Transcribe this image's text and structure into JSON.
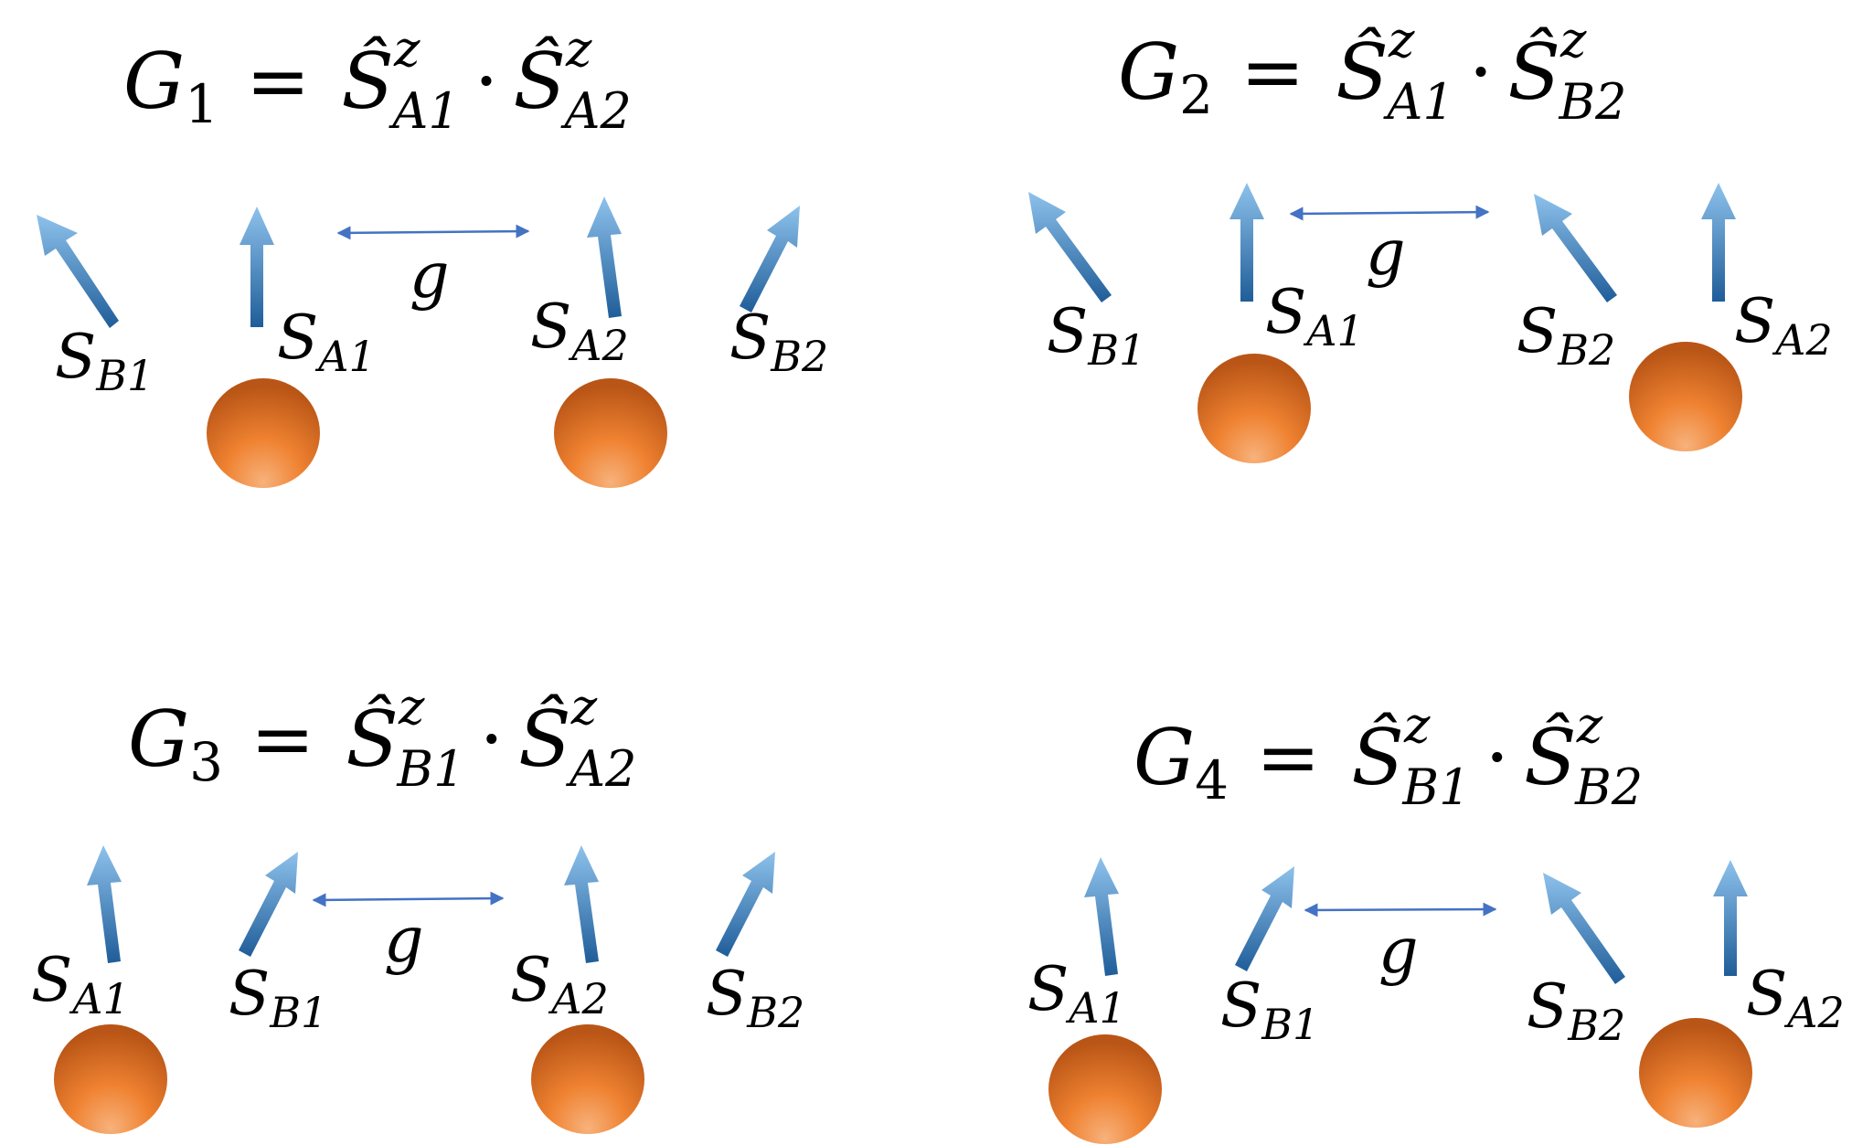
{
  "colors": {
    "arrow_light": "#8ec2ec",
    "arrow_dark": "#1f5d99",
    "coupling_arrow": "#4472c4",
    "sphere_light": "#f7b27c",
    "sphere_mid": "#ef8231",
    "sphere_dark": "#b95516",
    "text": "#000000"
  },
  "panels": [
    {
      "equation": {
        "lhs": "G",
        "lhs_sub": "1",
        "equals": "=",
        "op1": "Ŝ",
        "op1_sup": "z",
        "op1_sub": "A1",
        "dot": "·",
        "op2": "Ŝ",
        "op2_sup": "z",
        "op2_sub": "A2"
      },
      "coupling_label": "g",
      "spins": [
        {
          "symbol": "S",
          "sub": "B1"
        },
        {
          "symbol": "S",
          "sub": "A1"
        },
        {
          "symbol": "S",
          "sub": "A2"
        },
        {
          "symbol": "S",
          "sub": "B2"
        }
      ]
    },
    {
      "equation": {
        "lhs": "G",
        "lhs_sub": "2",
        "equals": "=",
        "op1": "Ŝ",
        "op1_sup": "z",
        "op1_sub": "A1",
        "dot": "·",
        "op2": "Ŝ",
        "op2_sup": "z",
        "op2_sub": "B2"
      },
      "coupling_label": "g",
      "spins": [
        {
          "symbol": "S",
          "sub": "B1"
        },
        {
          "symbol": "S",
          "sub": "A1"
        },
        {
          "symbol": "S",
          "sub": "B2"
        },
        {
          "symbol": "S",
          "sub": "A2"
        }
      ]
    },
    {
      "equation": {
        "lhs": "G",
        "lhs_sub": "3",
        "equals": "=",
        "op1": "Ŝ",
        "op1_sup": "z",
        "op1_sub": "B1",
        "dot": "·",
        "op2": "Ŝ",
        "op2_sup": "z",
        "op2_sub": "A2"
      },
      "coupling_label": "g",
      "spins": [
        {
          "symbol": "S",
          "sub": "A1"
        },
        {
          "symbol": "S",
          "sub": "B1"
        },
        {
          "symbol": "S",
          "sub": "A2"
        },
        {
          "symbol": "S",
          "sub": "B2"
        }
      ]
    },
    {
      "equation": {
        "lhs": "G",
        "lhs_sub": "4",
        "equals": "=",
        "op1": "Ŝ",
        "op1_sup": "z",
        "op1_sub": "B1",
        "dot": "·",
        "op2": "Ŝ",
        "op2_sup": "z",
        "op2_sub": "B2"
      },
      "coupling_label": "g",
      "spins": [
        {
          "symbol": "S",
          "sub": "A1"
        },
        {
          "symbol": "S",
          "sub": "B1"
        },
        {
          "symbol": "S",
          "sub": "B2"
        },
        {
          "symbol": "S",
          "sub": "A2"
        }
      ]
    }
  ]
}
